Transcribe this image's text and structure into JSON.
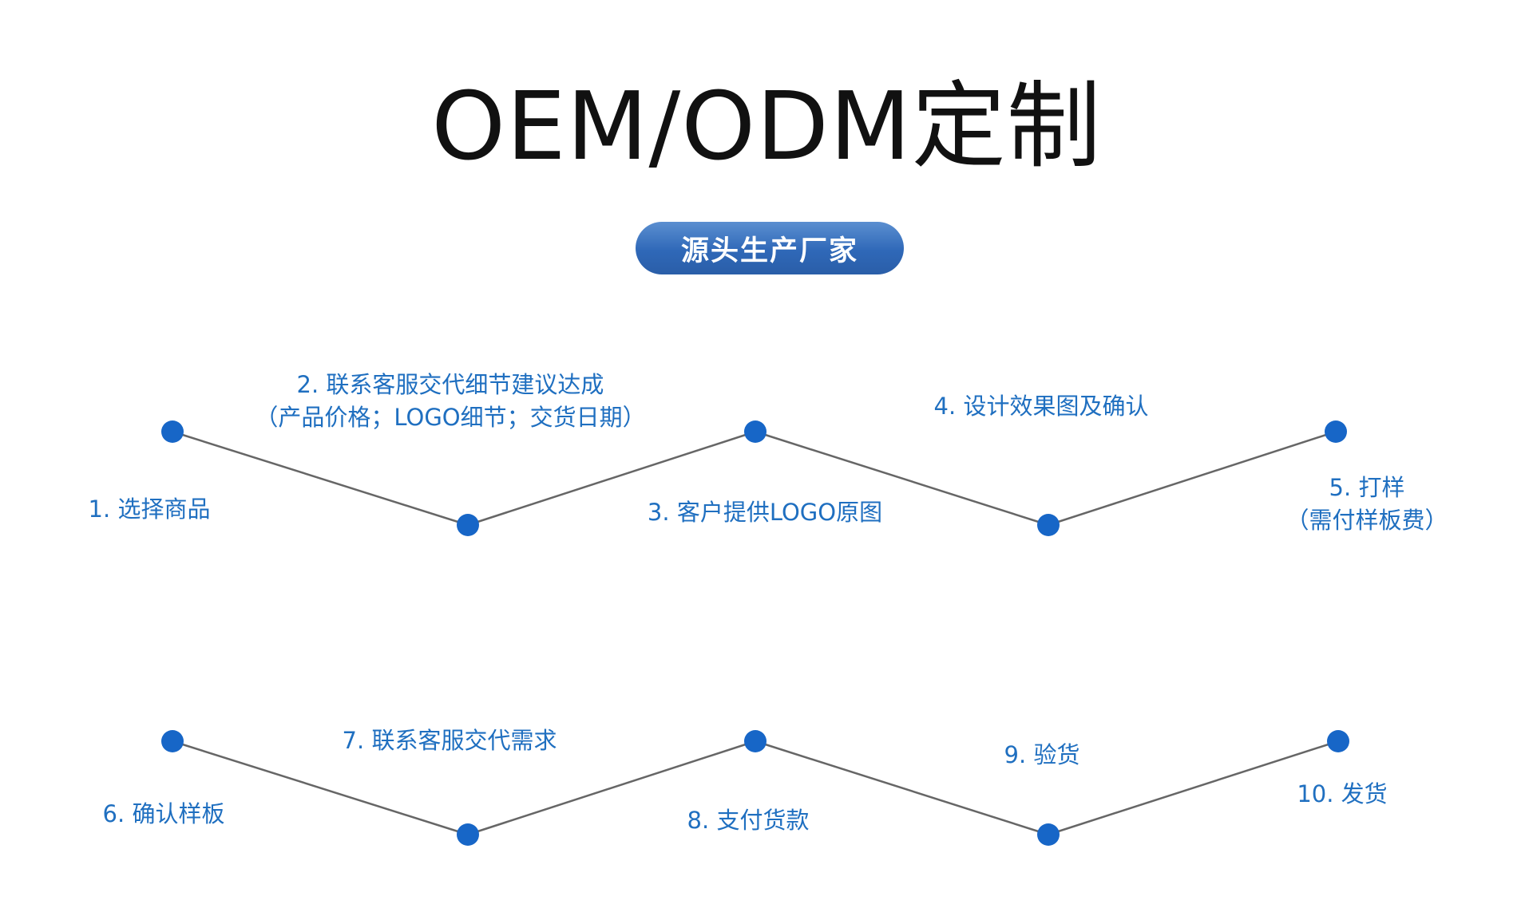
{
  "title": "OEM/ODM定制",
  "badge": "源头生产厂家",
  "colors": {
    "title": "#111111",
    "badge_gradient_top": "#5b8fd0",
    "badge_gradient_bottom": "#2a5ea8",
    "step_text": "#1f6fc0",
    "node_fill": "#1766c7",
    "connector": "#666666"
  },
  "steps": [
    {
      "lines": [
        "1. 选择商品"
      ]
    },
    {
      "lines": [
        "2. 联系客服交代细节建议达成",
        "（产品价格；LOGO细节；交货日期）"
      ]
    },
    {
      "lines": [
        "3. 客户提供LOGO原图"
      ]
    },
    {
      "lines": [
        "4. 设计效果图及确认"
      ]
    },
    {
      "lines": [
        "5. 打样",
        "（需付样板费）"
      ]
    },
    {
      "lines": [
        "6. 确认样板"
      ]
    },
    {
      "lines": [
        "7. 联系客服交代需求"
      ]
    },
    {
      "lines": [
        "8. 支付货款"
      ]
    },
    {
      "lines": [
        "9. 验货"
      ]
    },
    {
      "lines": [
        "10. 发货"
      ]
    }
  ]
}
